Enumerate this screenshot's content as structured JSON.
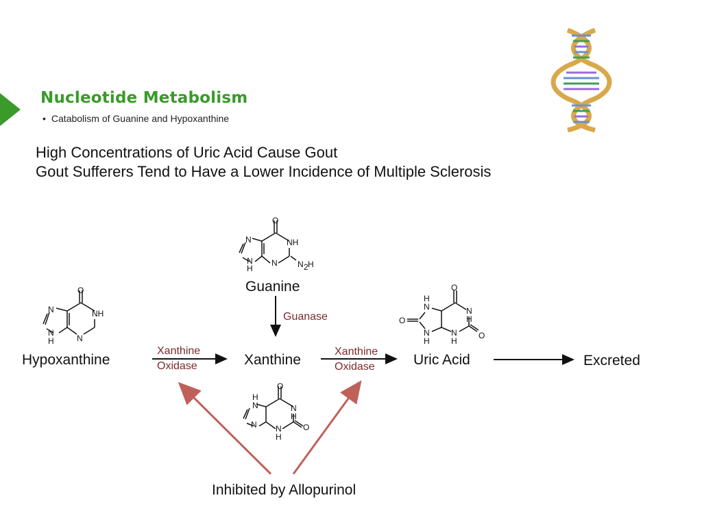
{
  "slide": {
    "title": "Nucleotide Metabolism",
    "subtitle": "Catabolism of Guanine and Hypoxanthine",
    "line1": "High Concentrations of Uric Acid Cause Gout",
    "line2": "Gout Sufferers Tend to Have a Lower Incidence of Multiple Sclerosis"
  },
  "pathway": {
    "guanine": "Guanine",
    "guanase": "Guanase",
    "hypoxanthine": "Hypoxanthine",
    "xo1_line1": "Xanthine",
    "xo1_line2": "Oxidase",
    "xanthine": "Xanthine",
    "xo2_line1": "Xanthine",
    "xo2_line2": "Oxidase",
    "uric_acid": "Uric Acid",
    "excreted": "Excreted",
    "inhibitor": "Inhibited by Allopurinol"
  },
  "atoms": {
    "O": "O",
    "N": "N",
    "NH": "NH",
    "H": "H",
    "N2H": "N",
    "sub2": "2",
    "Hlabel": "H"
  },
  "colors": {
    "title": "#3a9a2a",
    "arrow_inhibit": "#c0605a",
    "enzyme_text": "#7a2a2a",
    "dna_gold": "#d9a84a",
    "play_green": "#3a9a2a"
  },
  "icons": {
    "dna": "dna-helix-icon",
    "play": "play-triangle-icon"
  }
}
